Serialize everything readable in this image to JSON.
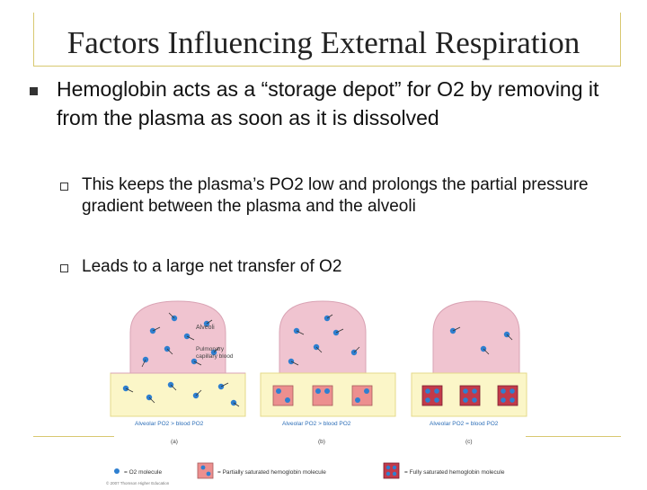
{
  "slide": {
    "title": "Factors Influencing External Respiration",
    "bullet": "Hemoglobin acts as a “storage depot” for O2 by removing it from the plasma as soon as it is dissolved",
    "sub_bullets": [
      "This keeps the plasma’s PO2 low and prolongs the partial pressure gradient between the plasma and the alveoli",
      "Leads to a large net transfer of O2"
    ]
  },
  "figure": {
    "labels": {
      "alveoli": "Alveoli",
      "capillary": "Pulmonary capillary blood"
    },
    "panels": [
      {
        "caption": "Alveolar PO2 > blood PO2",
        "letter": "(a)"
      },
      {
        "caption": "Alveolar PO2 > blood PO2",
        "letter": "(b)"
      },
      {
        "caption": "Alveolar PO2 = blood PO2",
        "letter": "(c)"
      }
    ],
    "legend": {
      "o2": "= O2 molecule",
      "partial": "= Partially saturated hemoglobin molecule",
      "full": "= Fully saturated hemoglobin molecule"
    },
    "copyright": "© 2007 Thomson Higher Education"
  },
  "colors": {
    "frame": "#d8c870",
    "alveolus": "#f0c4d0",
    "capillary": "#fbf6c8",
    "o2": "#2e7fd0",
    "hemoglobin_partial": "#ec8f8f",
    "hemoglobin_full": "#c23a4a"
  }
}
